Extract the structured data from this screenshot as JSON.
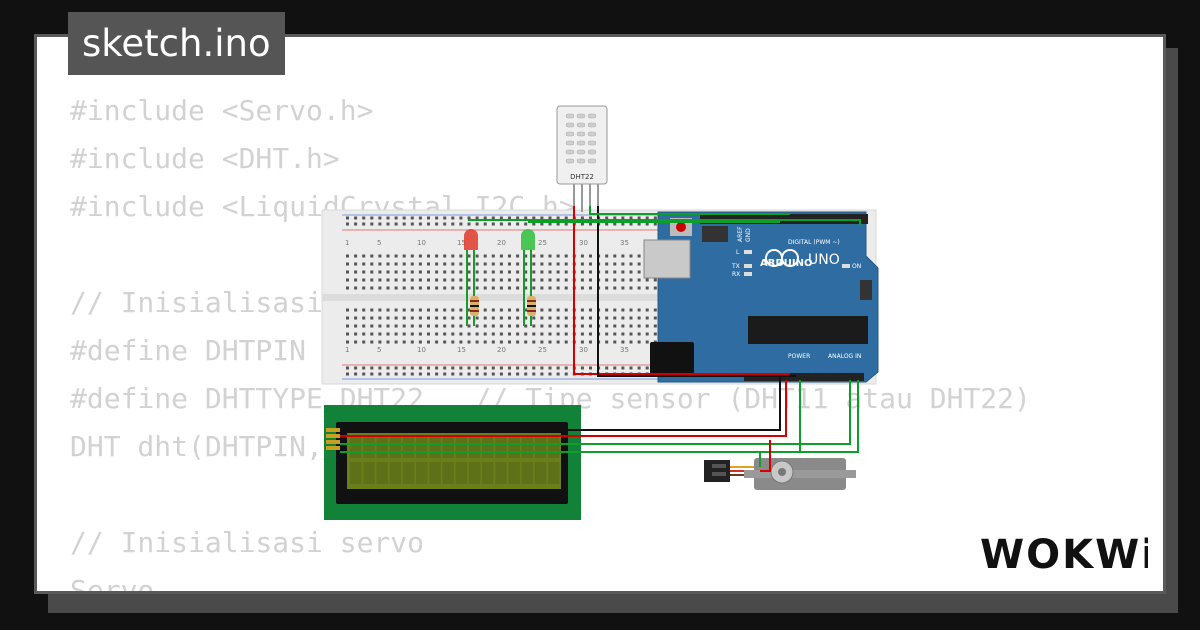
{
  "file_tab": {
    "title": "sketch.ino"
  },
  "code_lines": [
    "#include <Servo.h>",
    "#include <DHT.h>",
    "#include <LiquidCrystal_I2C.h>",
    "",
    "// Inisialisasi sensor DHT",
    "#define DHTPIN 2      // Pin data sensor DHT",
    "#define DHTTYPE DHT22   // Tipe sensor (DHT11 atau DHT22)",
    "DHT dht(DHTPIN, DHTTYPE);",
    "",
    "// Inisialisasi servo",
    "Servo"
  ],
  "sensor": {
    "label": "DHT22"
  },
  "arduino": {
    "brand": "ARDUINO",
    "model": "UNO",
    "digital_label": "DIGITAL (PWM ~)",
    "power_label": "POWER",
    "analog_label": "ANALOG IN",
    "aref_label": "AREF",
    "gnd_label": "GND",
    "l_label": "L",
    "tx_label": "TX",
    "rx_label": "RX",
    "on_label": "ON"
  },
  "breadboard": {
    "column_numbers": [
      "1",
      "5",
      "10",
      "15",
      "20",
      "25",
      "30",
      "35"
    ]
  },
  "brand": {
    "logo_text": "WOKWi"
  },
  "colors": {
    "arduino_blue": "#2f6ca1",
    "lcd_pcb": "#128239",
    "lcd_screen": "#6b7e1c",
    "wire_red": "#d40000",
    "wire_green": "#0e9f2a",
    "wire_black": "#111111"
  }
}
